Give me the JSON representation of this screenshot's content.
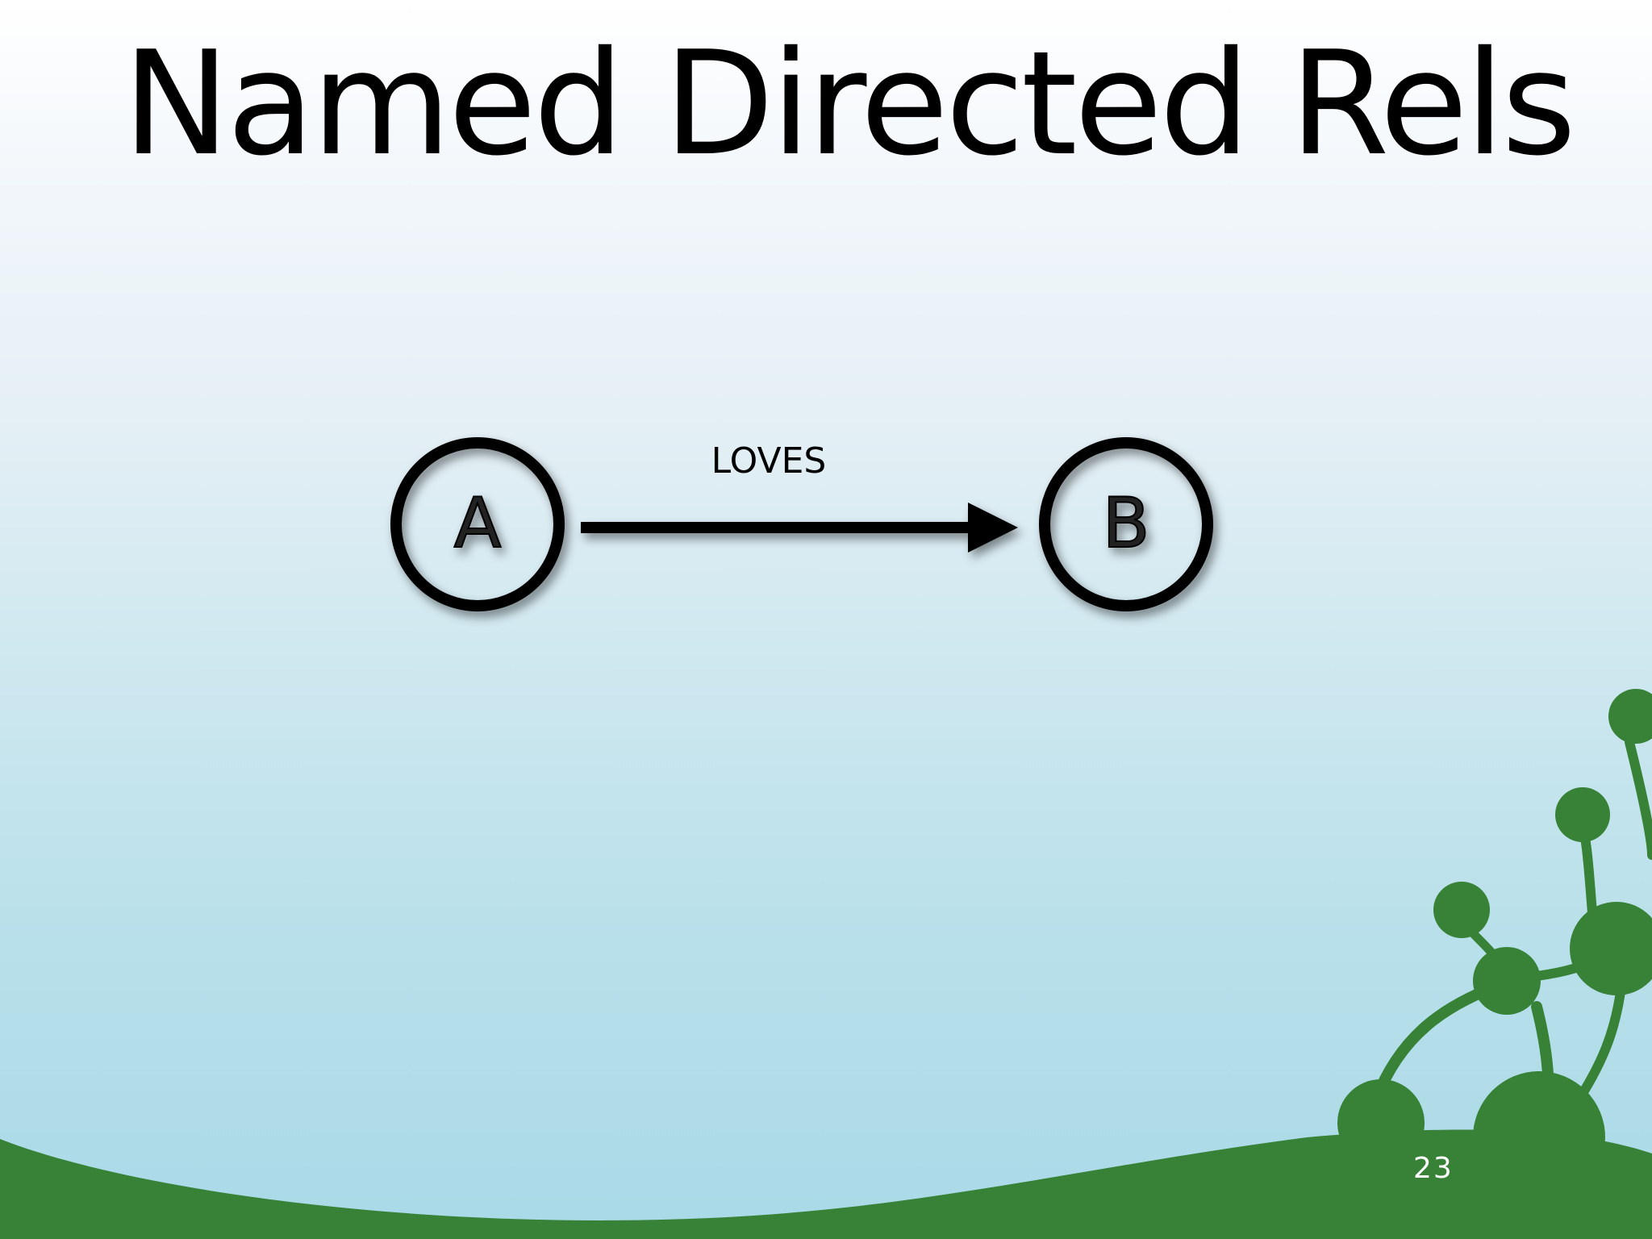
{
  "slide": {
    "title": "Named Directed Rels",
    "page_number": "23"
  },
  "diagram": {
    "nodes": [
      {
        "id": "A",
        "label": "A"
      },
      {
        "id": "B",
        "label": "B"
      }
    ],
    "edges": [
      {
        "from": "A",
        "to": "B",
        "label": "LOVES",
        "directed": true
      }
    ]
  },
  "colors": {
    "decor_green": "#378237",
    "node_fill": "#000000",
    "node_label": "#222222",
    "page_number": "#ffffff"
  }
}
